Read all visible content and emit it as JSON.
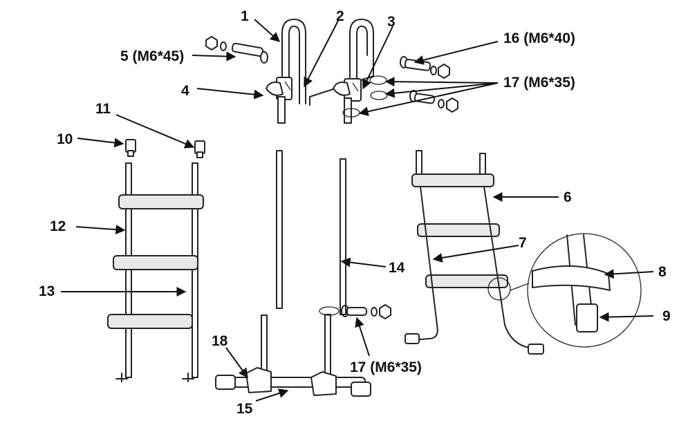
{
  "callouts": [
    {
      "id": "c1",
      "number": "1",
      "spec": ""
    },
    {
      "id": "c2",
      "number": "2",
      "spec": ""
    },
    {
      "id": "c3",
      "number": "3",
      "spec": ""
    },
    {
      "id": "c4",
      "number": "4",
      "spec": ""
    },
    {
      "id": "c5",
      "number": "5",
      "spec": "(M6*45)"
    },
    {
      "id": "c6",
      "number": "6",
      "spec": ""
    },
    {
      "id": "c7",
      "number": "7",
      "spec": ""
    },
    {
      "id": "c8",
      "number": "8",
      "spec": ""
    },
    {
      "id": "c9",
      "number": "9",
      "spec": ""
    },
    {
      "id": "c10",
      "number": "10",
      "spec": ""
    },
    {
      "id": "c11",
      "number": "11",
      "spec": ""
    },
    {
      "id": "c12",
      "number": "12",
      "spec": ""
    },
    {
      "id": "c13",
      "number": "13",
      "spec": ""
    },
    {
      "id": "c14",
      "number": "14",
      "spec": ""
    },
    {
      "id": "c15",
      "number": "15",
      "spec": ""
    },
    {
      "id": "c16",
      "number": "16",
      "spec": "(M6*40)"
    },
    {
      "id": "c17a",
      "number": "17",
      "spec": "(M6*35)"
    },
    {
      "id": "c17b",
      "number": "17",
      "spec": "(M6*35)"
    },
    {
      "id": "c18",
      "number": "18",
      "spec": ""
    }
  ]
}
